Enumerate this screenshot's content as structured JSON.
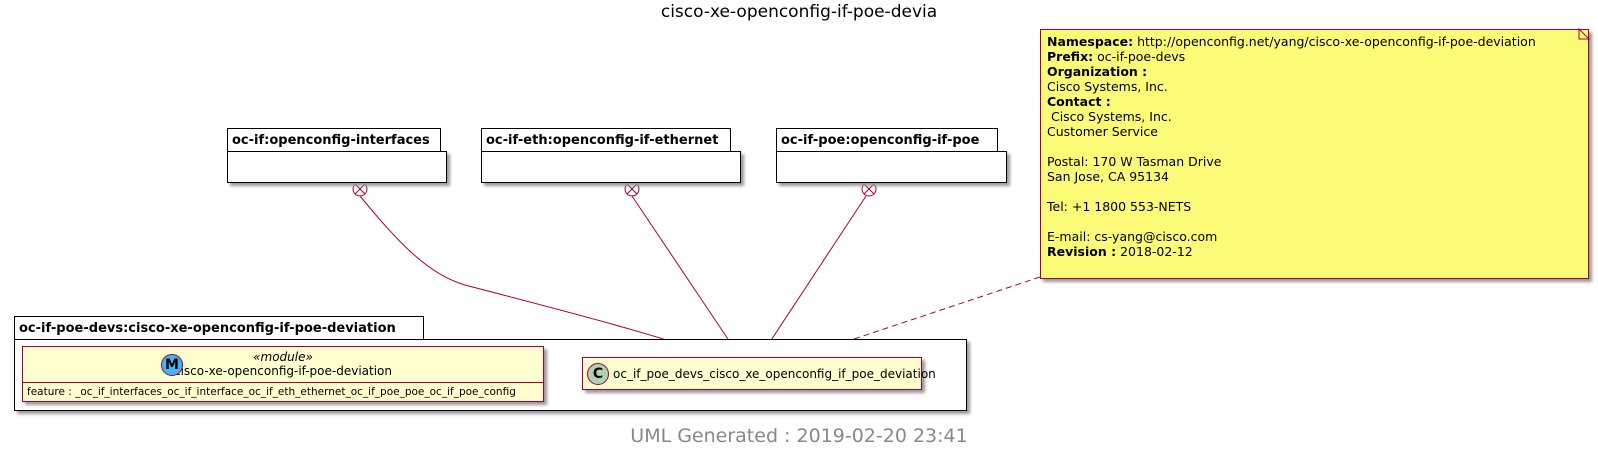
{
  "diagram": {
    "title": "cisco-xe-openconfig-if-poe-devia",
    "footer": "UML Generated : 2019-02-20 23:41",
    "imports": [
      {
        "label": "oc-if:openconfig-interfaces"
      },
      {
        "label": "oc-if-eth:openconfig-if-ethernet"
      },
      {
        "label": "oc-if-poe:openconfig-if-poe"
      }
    ],
    "main_package": {
      "label": "oc-if-poe-devs:cisco-xe-openconfig-if-poe-deviation",
      "module": {
        "stereotype": "«module»",
        "icon_letter": "M",
        "name": "cisco-xe-openconfig-if-poe-deviation",
        "feature": "feature : _oc_if_interfaces_oc_if_interface_oc_if_eth_ethernet_oc_if_poe_poe_oc_if_poe_config"
      },
      "class": {
        "icon_letter": "C",
        "name": "oc_if_poe_devs_cisco_xe_openconfig_if_poe_deviation"
      }
    },
    "note": {
      "namespace_label": "Namespace:",
      "namespace_value": " http://openconfig.net/yang/cisco-xe-openconfig-if-poe-deviation",
      "prefix_label": "Prefix:",
      "prefix_value": " oc-if-poe-devs",
      "organization_label": "Organization :",
      "organization_value": "Cisco Systems, Inc.",
      "contact_label": "Contact :",
      "contact_lines": " Cisco Systems, Inc.\nCustomer Service\n\nPostal: 170 W Tasman Drive\nSan Jose, CA 95134\n\nTel: +1 1800 553-NETS\n\nE-mail: cs-yang@cisco.com",
      "revision_label": "Revision :",
      "revision_value": " 2018-02-12"
    },
    "colors": {
      "element_fill": "#fefece",
      "element_border": "#a80036",
      "note_fill": "#fbfb77",
      "footer_text": "#888888",
      "module_icon": "#42b6f4",
      "class_icon": "#add1b2"
    }
  }
}
